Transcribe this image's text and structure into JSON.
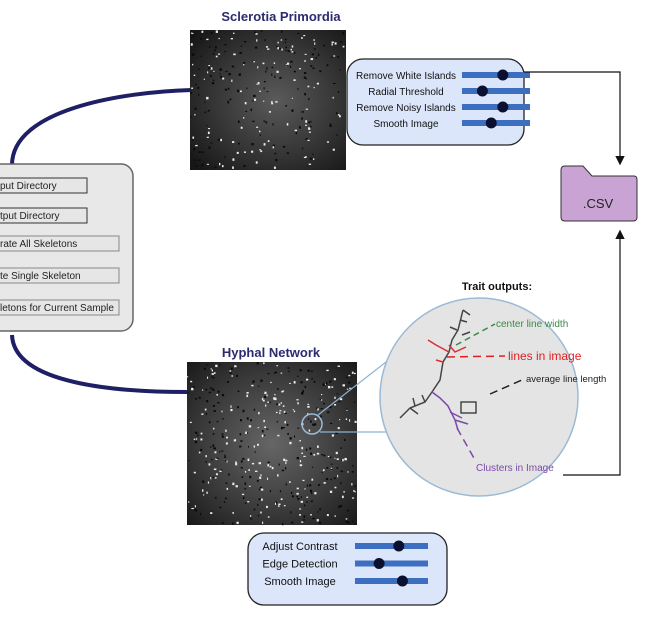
{
  "titles": {
    "sclerotia": "Sclerotia Primordia",
    "hyphal": "Hyphal Network",
    "traits": "Trait outputs:"
  },
  "left_panel": {
    "buttons": [
      {
        "label": "put Directory"
      },
      {
        "label": "tput Directory"
      },
      {
        "label": "rate All Skeletons"
      },
      {
        "label": "te Single Skeleton"
      },
      {
        "label": "letons for Current Sample"
      }
    ]
  },
  "sclerotia_sliders": [
    {
      "label": "Remove White Islands",
      "value": 0.6
    },
    {
      "label": "Radial Threshold",
      "value": 0.3
    },
    {
      "label": "Remove Noisy Islands",
      "value": 0.6
    },
    {
      "label": "Smooth Image",
      "value": 0.43
    }
  ],
  "hyphal_sliders": [
    {
      "label": "Adjust Contrast",
      "value": 0.6
    },
    {
      "label": "Edge Detection",
      "value": 0.33
    },
    {
      "label": "Smooth Image",
      "value": 0.65
    }
  ],
  "traits": [
    {
      "label": "center line width",
      "color": "#3a8a4a"
    },
    {
      "label": "lines in image",
      "color": "#e02020"
    },
    {
      "label": "average line length",
      "color": "#222222"
    },
    {
      "label": "Clusters in Image",
      "color": "#7a4aa8"
    }
  ],
  "output_file": {
    "label": ".CSV",
    "color": "#c9a3d3"
  },
  "colors": {
    "connector": "#1f1f66",
    "slider_panel": "#dce6fa",
    "slider_track": "#3d6fc0",
    "knob": "#0b1030"
  }
}
